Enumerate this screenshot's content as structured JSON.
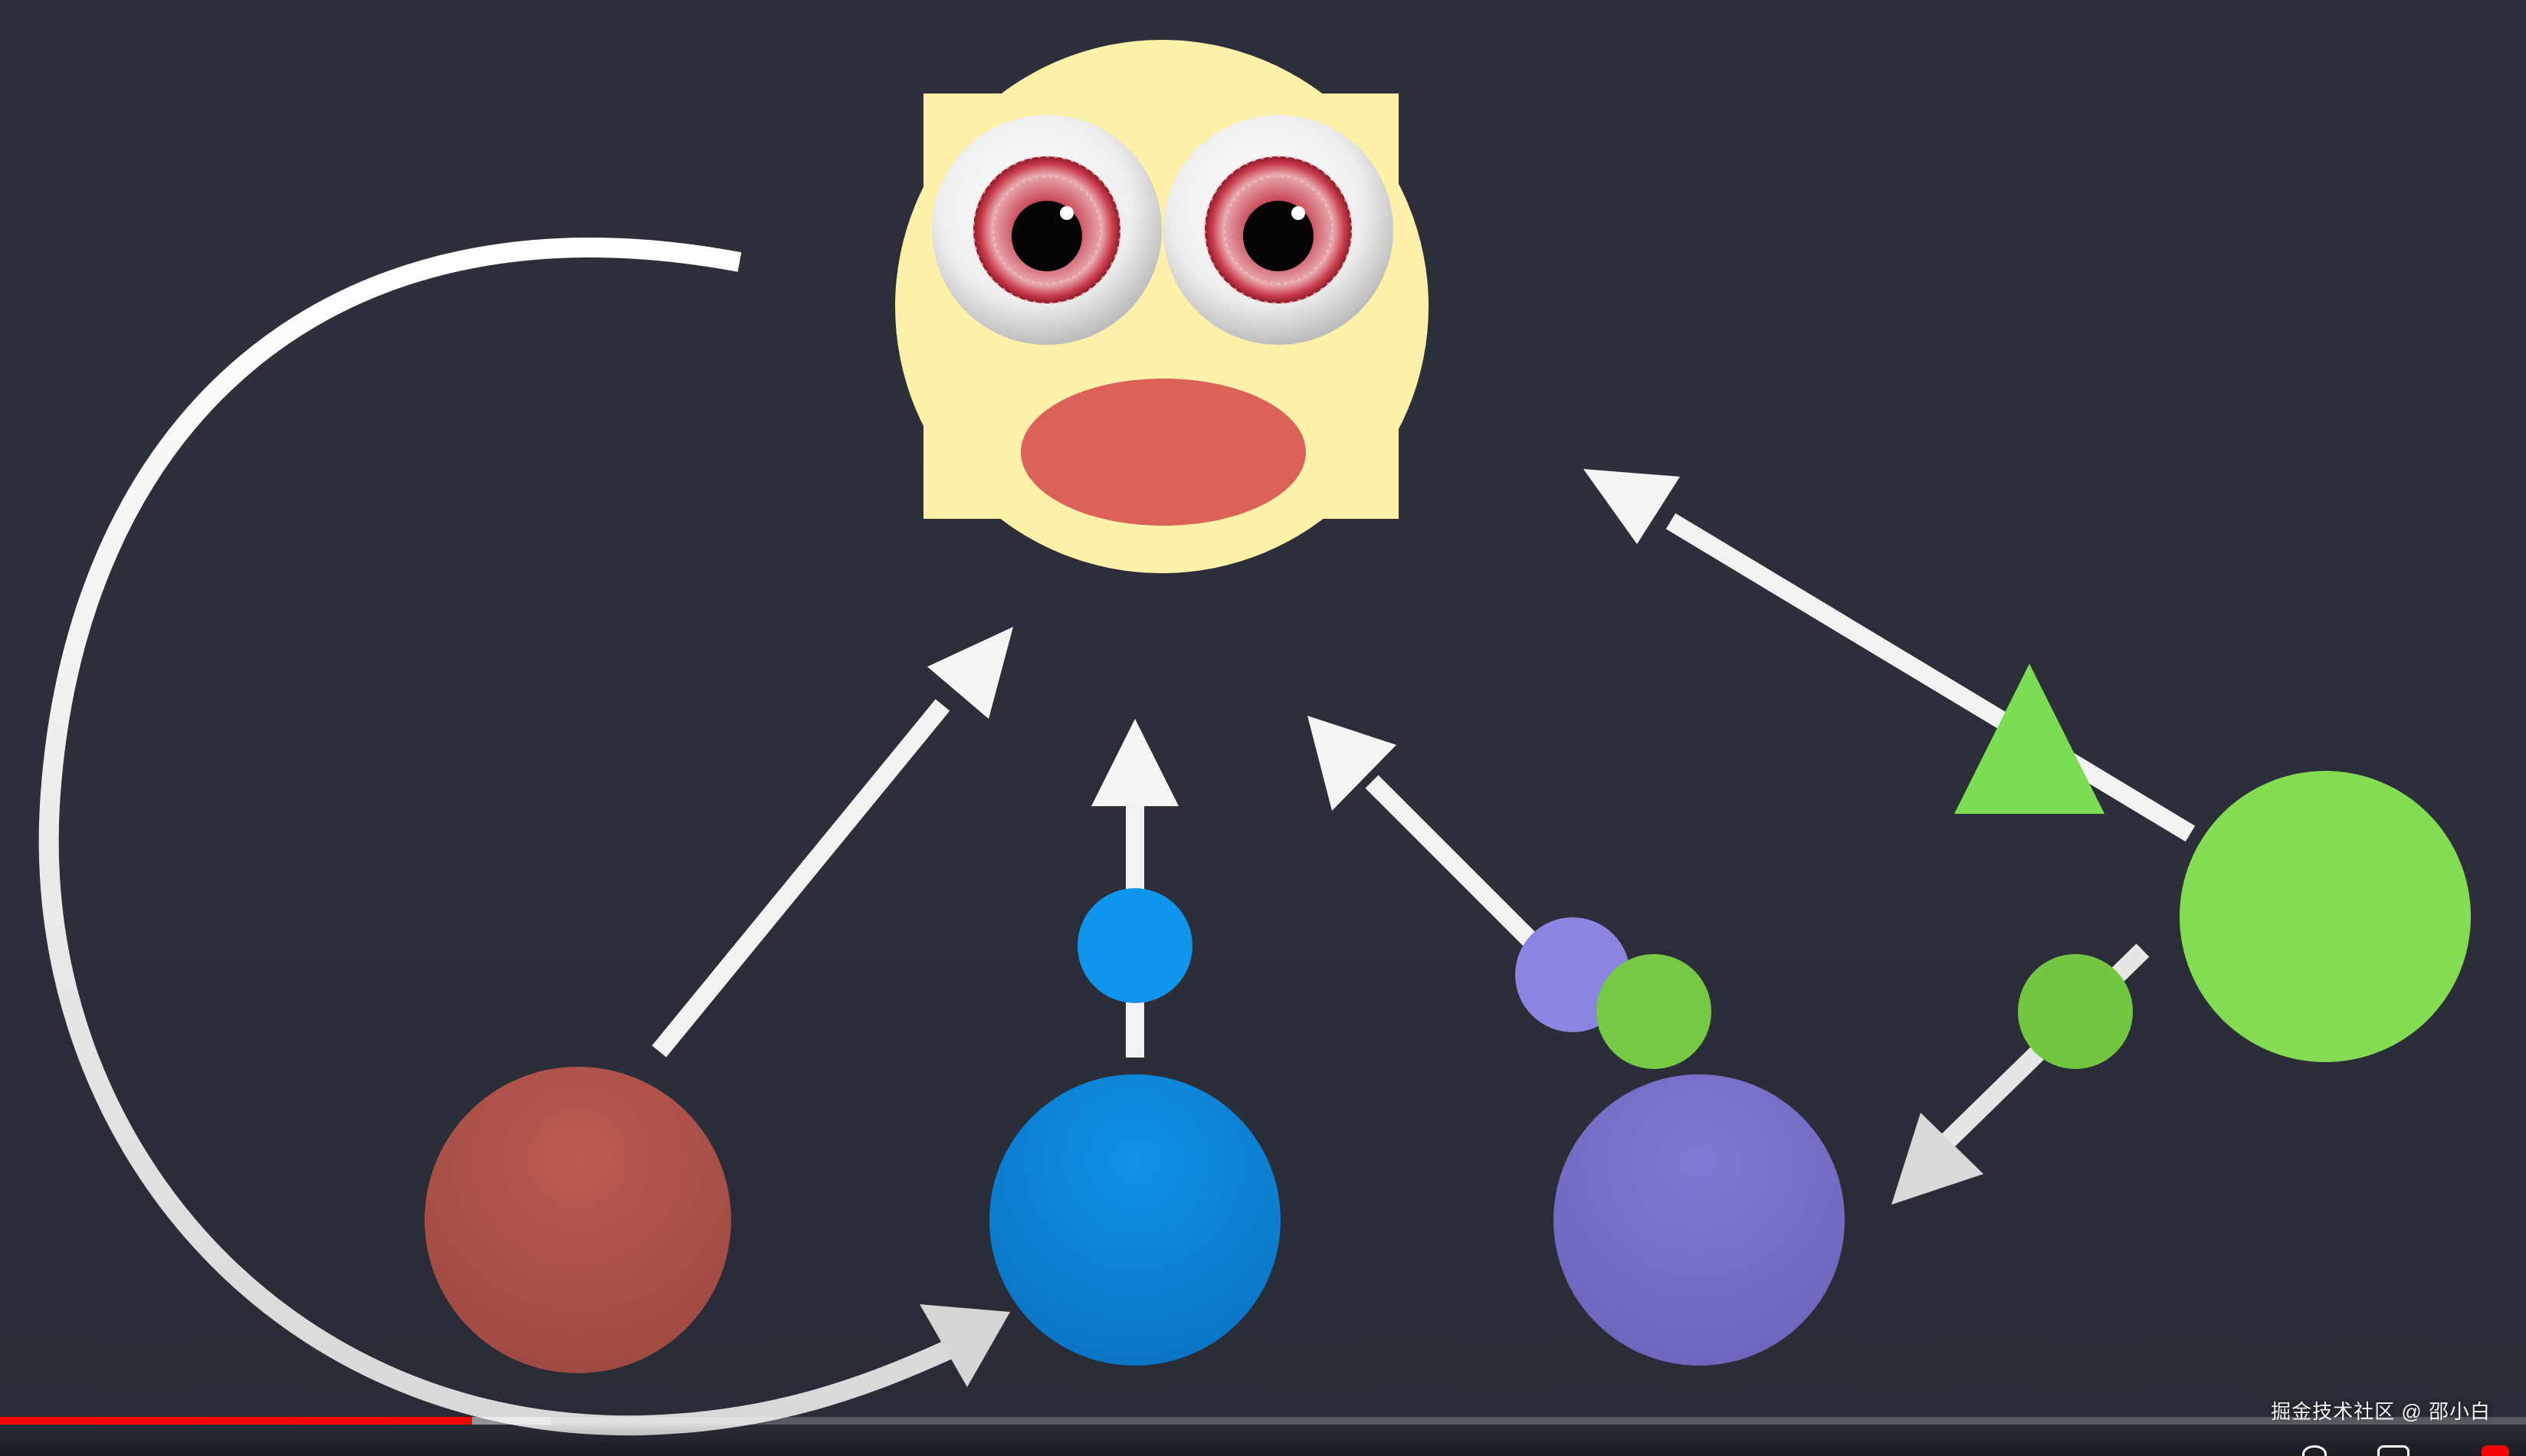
{
  "watermark": "掘金技术社区 @ 邵小白",
  "video": {
    "progress_played": 0.187,
    "progress_buffered": 0.218
  },
  "colors": {
    "background": "#2c2f3a",
    "face": "#fdf0a8",
    "mouth": "#db6258",
    "arrow": "#f5f5f5",
    "red_circle": "#b5554d",
    "blue_circle": "#0d8ddf",
    "purple_circle": "#7a73cc",
    "green_circle": "#7fd84e",
    "green_small": "#77c943",
    "green_triangle": "#7cdd52",
    "progress_played": "#ff0000"
  },
  "icons": [
    "googly-eye-icon",
    "arrow-icon",
    "progress-bar"
  ]
}
